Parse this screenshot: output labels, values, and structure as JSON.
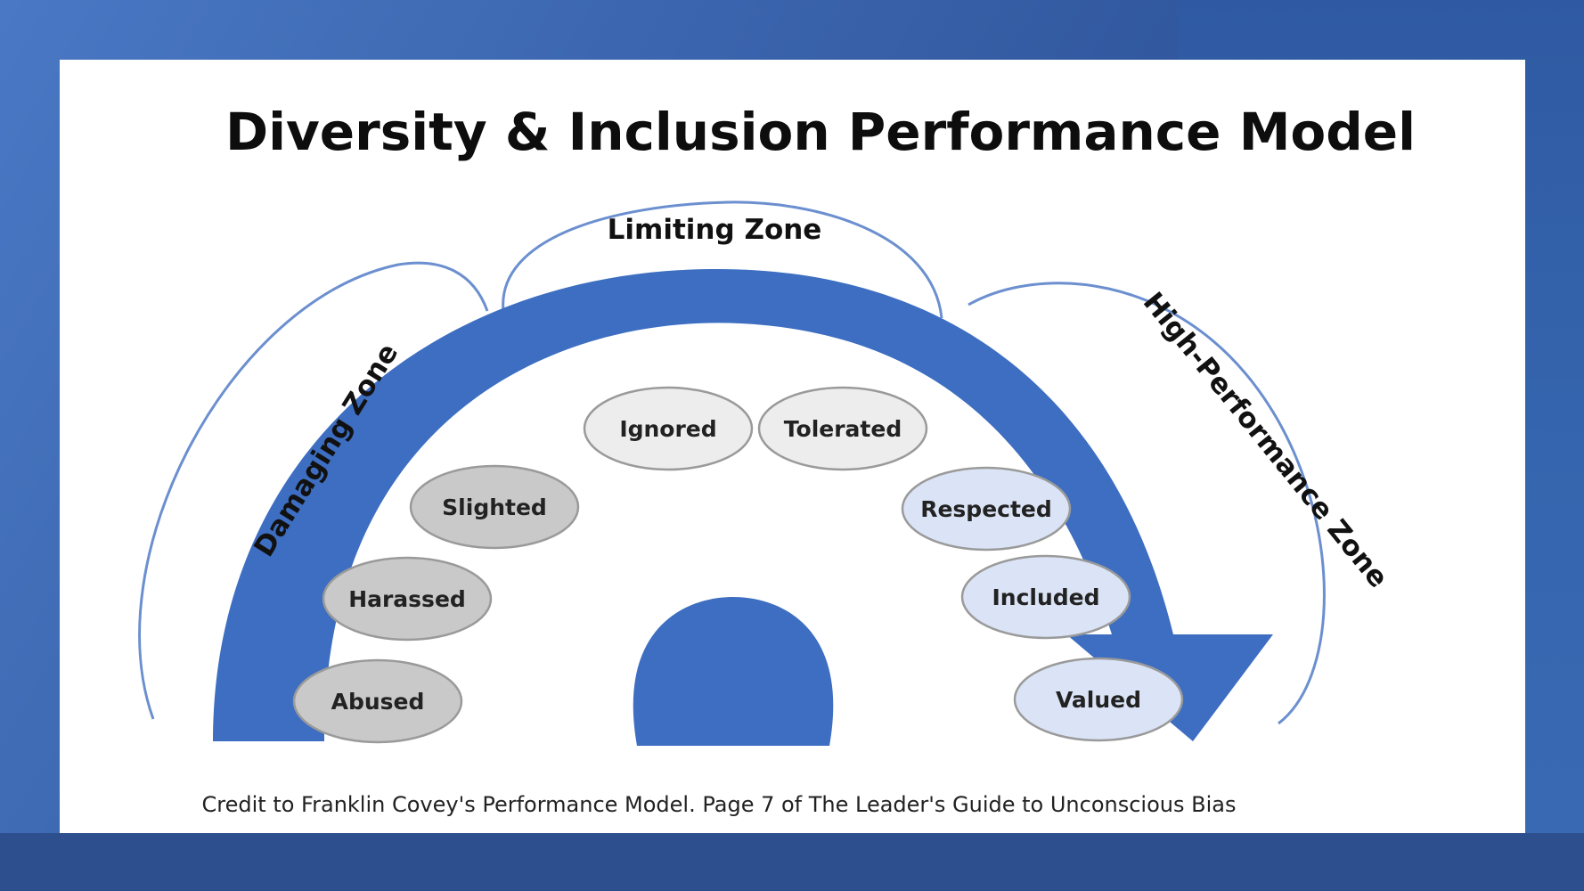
{
  "title": "Diversity & Inclusion Performance Model",
  "zones": {
    "damaging": "Damaging Zone",
    "limiting": "Limiting Zone",
    "high_performance": "High-Performance Zone"
  },
  "states": [
    {
      "label": "Abused",
      "zone": "damaging"
    },
    {
      "label": "Harassed",
      "zone": "damaging"
    },
    {
      "label": "Slighted",
      "zone": "damaging"
    },
    {
      "label": "Ignored",
      "zone": "limiting"
    },
    {
      "label": "Tolerated",
      "zone": "limiting"
    },
    {
      "label": "Respected",
      "zone": "high_performance"
    },
    {
      "label": "Included",
      "zone": "high_performance"
    },
    {
      "label": "Valued",
      "zone": "high_performance"
    }
  ],
  "credit": "Credit to Franklin Covey's Performance Model. Page 7 of The Leader's Guide to Unconscious Bias",
  "colors": {
    "arrow_blue": "#3d6ec1",
    "bracket_blue": "#6b8fcf",
    "damaging_fill": "#c9c9c9",
    "limiting_fill": "#ededed",
    "high_performance_fill": "#dbe4f6",
    "oval_stroke": "#9a9a9a"
  }
}
